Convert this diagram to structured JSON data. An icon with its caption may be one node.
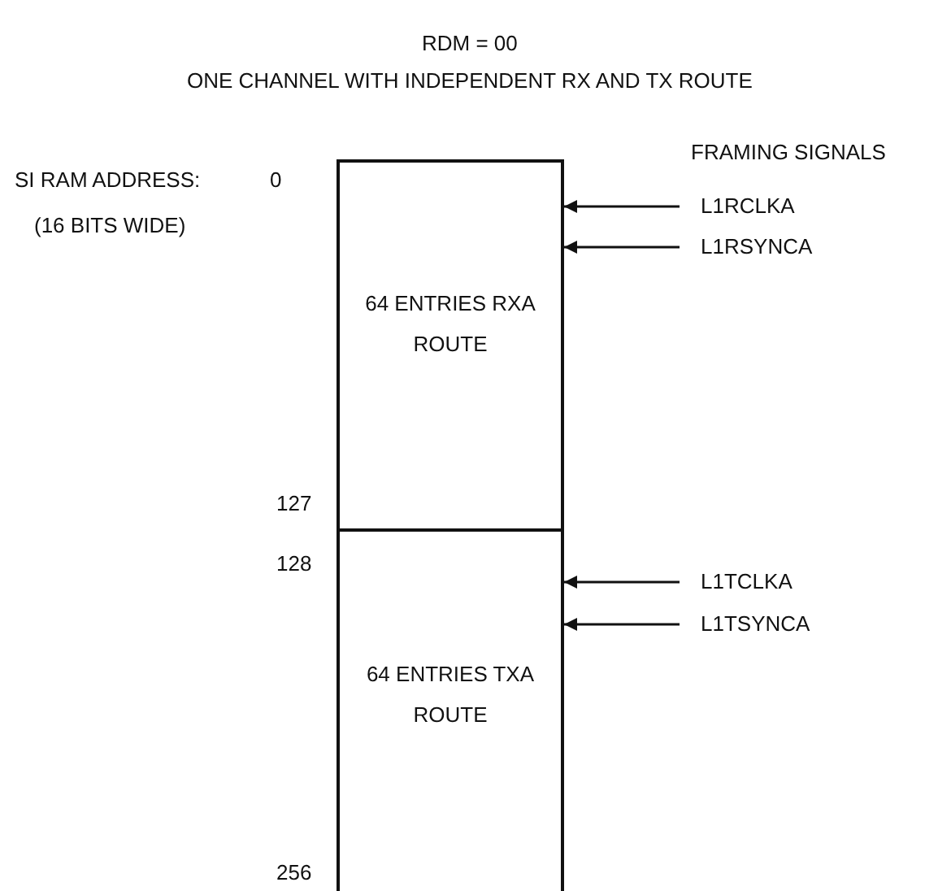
{
  "diagram": {
    "title": "RDM = 00",
    "nodes": [
      {
        "text": [
          "64 ENTRIES RXA ROUTE"
        ]
      },
      {
        "text": [
          "64 ENTRIES TXA ROUTE"
        ]
      },
      {
        "text": [
          "L1RCLKA"
        ]
      },
      {
        "text": [
          "L1RSYNCA"
        ]
      },
      {
        "text": [
          "L1TCLKA"
        ]
      },
      {
        "text": [
          "L1TSYNCA"
        ]
      }
    ],
    "edges": [
      {
        "from": 2,
        "to": 0,
        "arrow": "to"
      },
      {
        "from": 3,
        "to": 0,
        "arrow": "to"
      },
      {
        "from": 4,
        "to": 1,
        "arrow": "to"
      },
      {
        "from": 5,
        "to": 1,
        "arrow": "to"
      }
    ],
    "labels": [
      "ONE CHANNEL WITH INDEPENDENT RX AND TX ROUTE",
      "FRAMING SIGNALS",
      "SI RAM ADDRESS:",
      "0",
      "(16 BITS WIDE)",
      "127",
      "128",
      "256"
    ]
  }
}
